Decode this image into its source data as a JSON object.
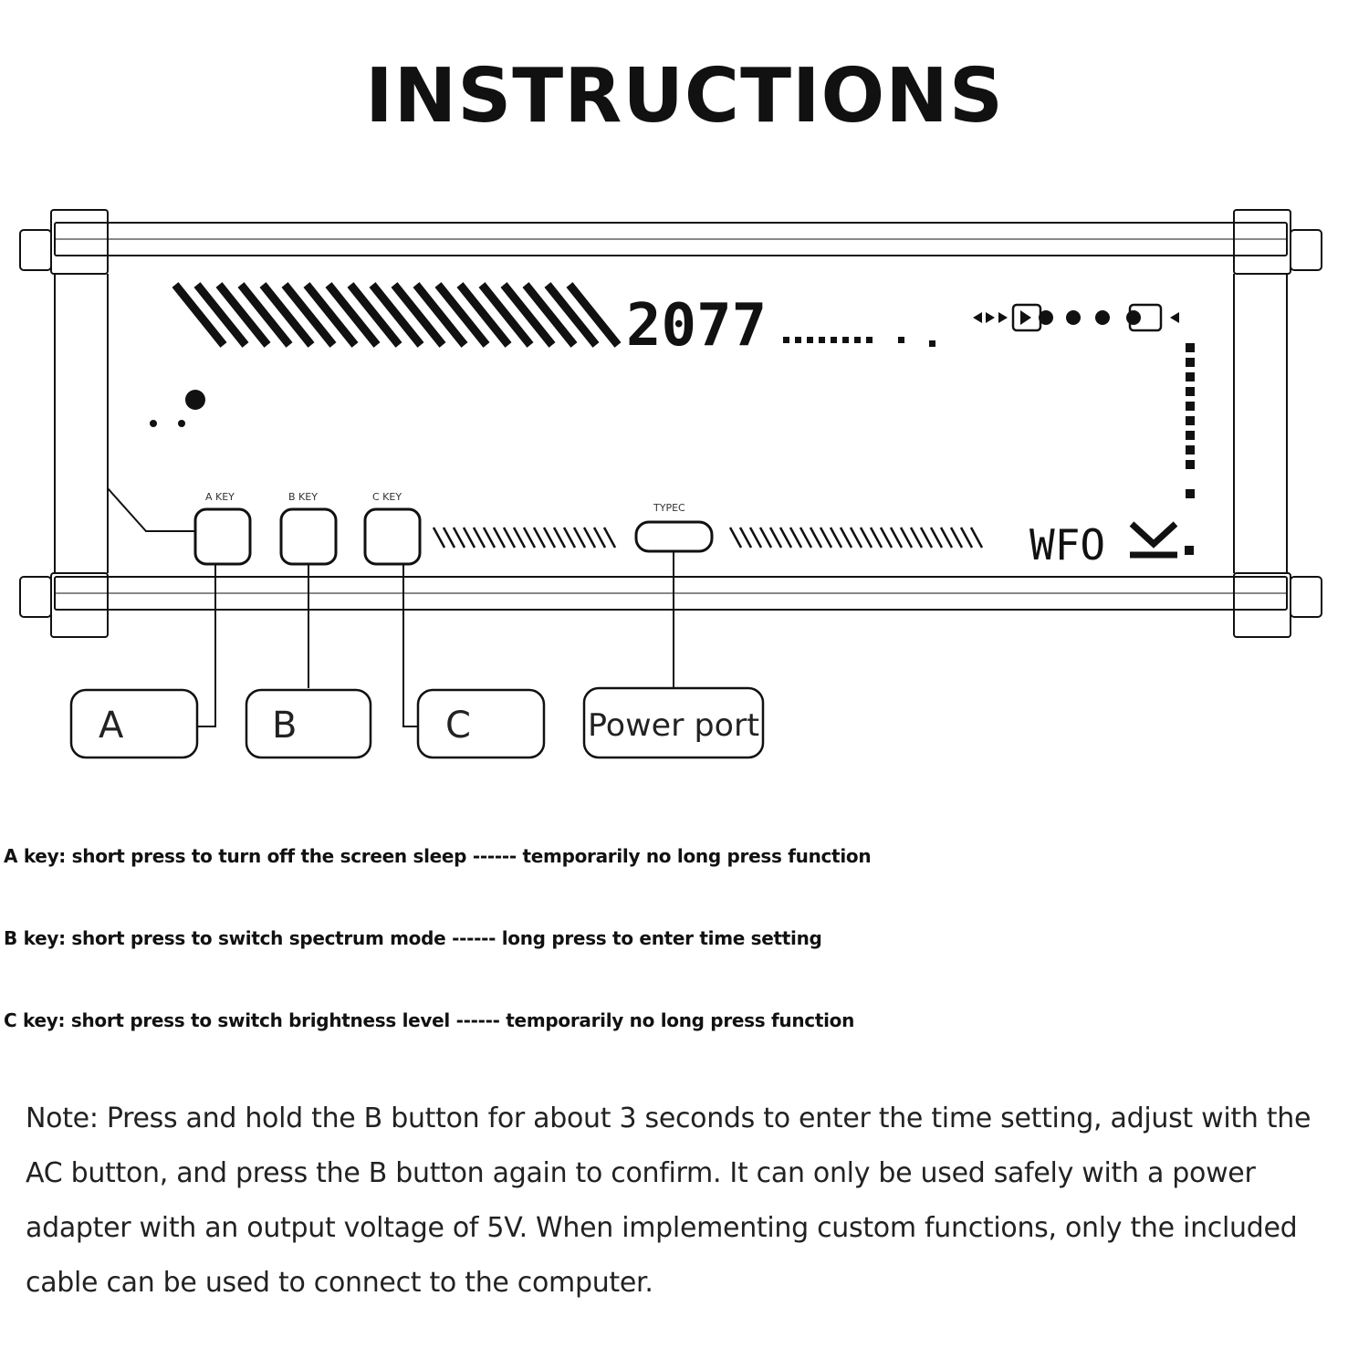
{
  "title": "INSTRUCTIONS",
  "device": {
    "display_code": "2077",
    "brand": "WFO",
    "key_labels": [
      "A KEY",
      "B KEY",
      "C KEY"
    ],
    "port_label": "TYPEC"
  },
  "callouts": {
    "a": "A",
    "b": "B",
    "c": "C",
    "power": "Power port"
  },
  "keys": [
    "A key: short press to turn off the screen sleep ------ temporarily no long press function",
    "B key: short press to switch spectrum mode ------ long press to enter time setting",
    "C key: short press to switch brightness level ------ temporarily no long press function"
  ],
  "note": "Note: Press and hold the B button for about 3 seconds to enter the time setting, adjust with the AC button, and press the B button again to confirm. It can only be used safely with a power adapter with an output voltage of 5V. When implementing custom functions, only the included cable can be used to connect to the computer."
}
